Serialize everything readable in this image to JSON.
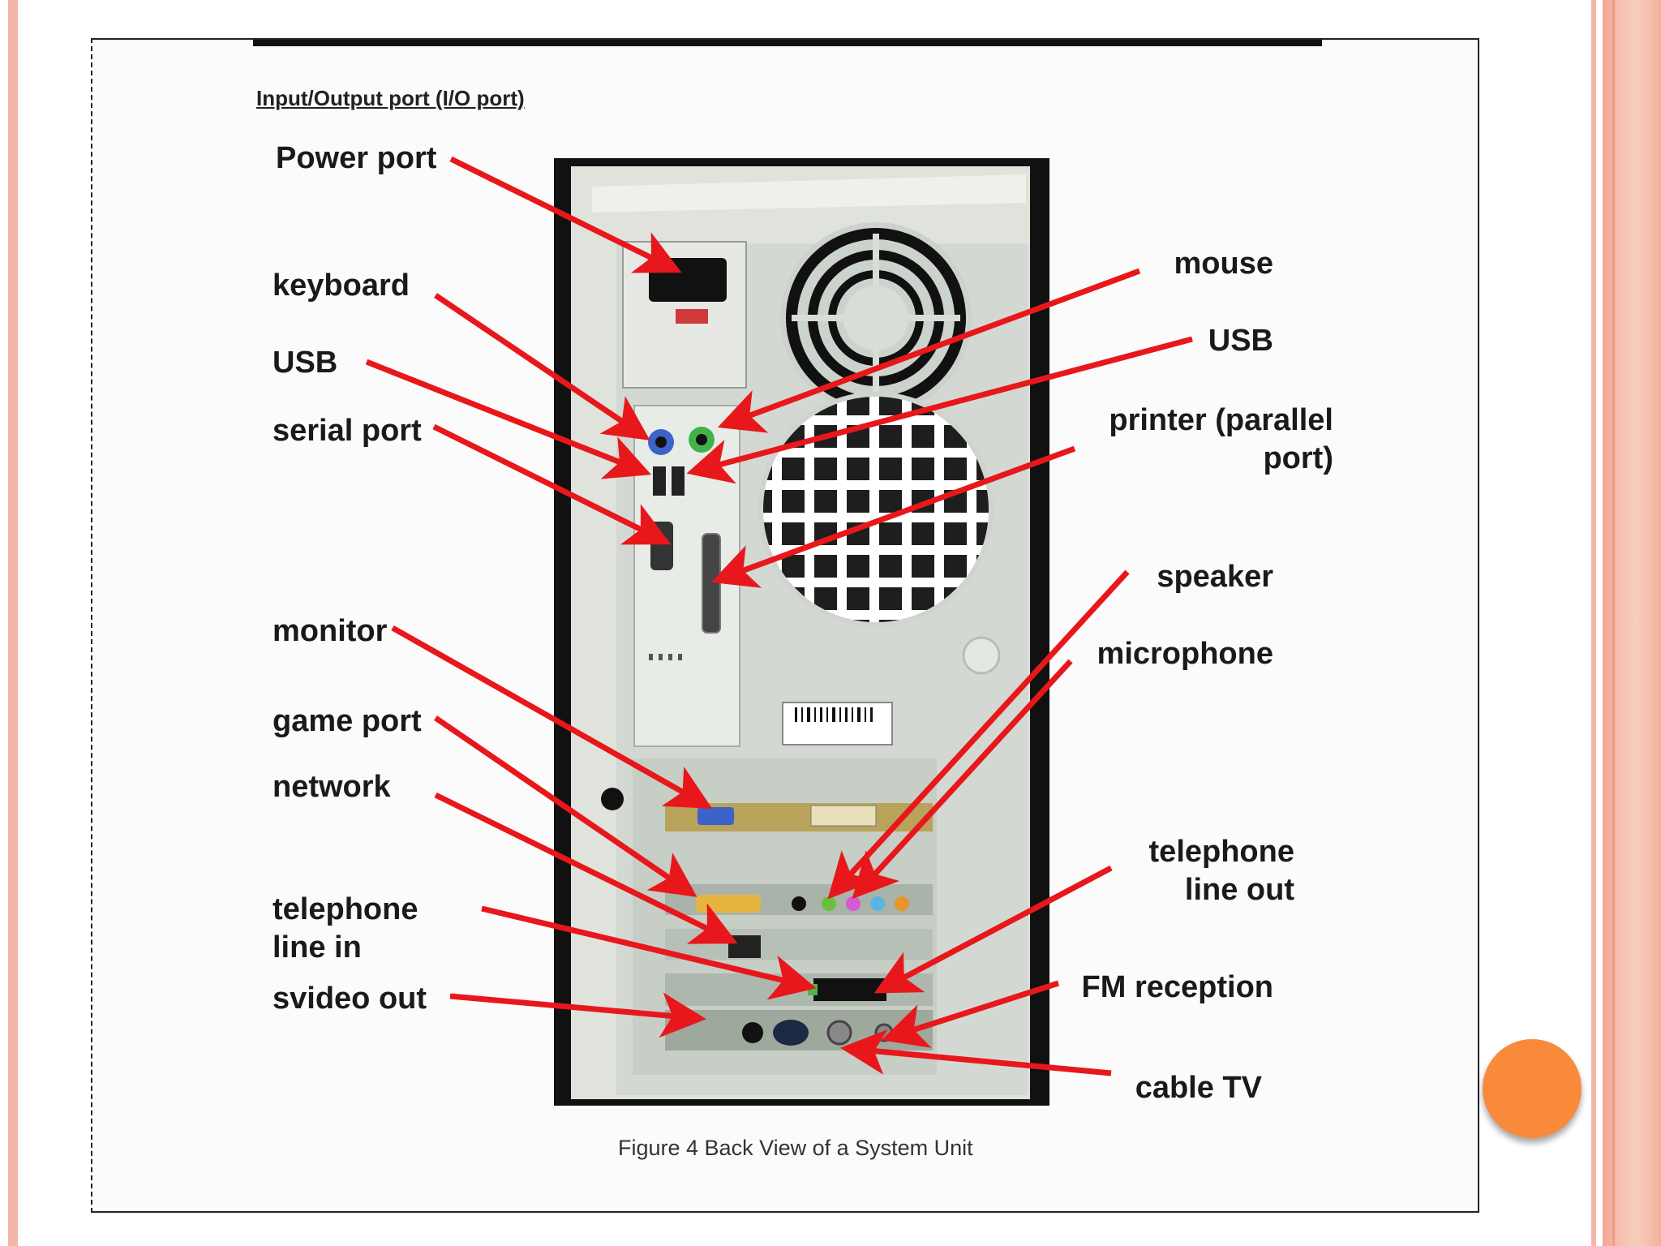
{
  "heading": "Input/Output port (I/O port)",
  "caption": "Figure 4 Back View of a System Unit",
  "labels": {
    "power_port": "Power port",
    "keyboard": "keyboard",
    "usb_left": "USB",
    "serial_port": "serial port",
    "monitor": "monitor",
    "game_port": "game port",
    "network": "network",
    "telephone_line_in_1": "telephone",
    "telephone_line_in_2": "line in",
    "svideo_out": "svideo out",
    "mouse": "mouse",
    "usb_right": "USB",
    "printer_1": "printer (parallel",
    "printer_2": "port)",
    "speaker": "speaker",
    "microphone": "microphone",
    "telephone_line_out_1": "telephone",
    "telephone_line_out_2": "line out",
    "fm_reception": "FM reception",
    "cable_tv": "cable TV"
  },
  "colors": {
    "arrow": "#e8171b",
    "accent_dot": "#f98a3c",
    "stripe": "#f4b6a8",
    "case": "#dfe3dc",
    "panel": "#c9d1c9"
  }
}
